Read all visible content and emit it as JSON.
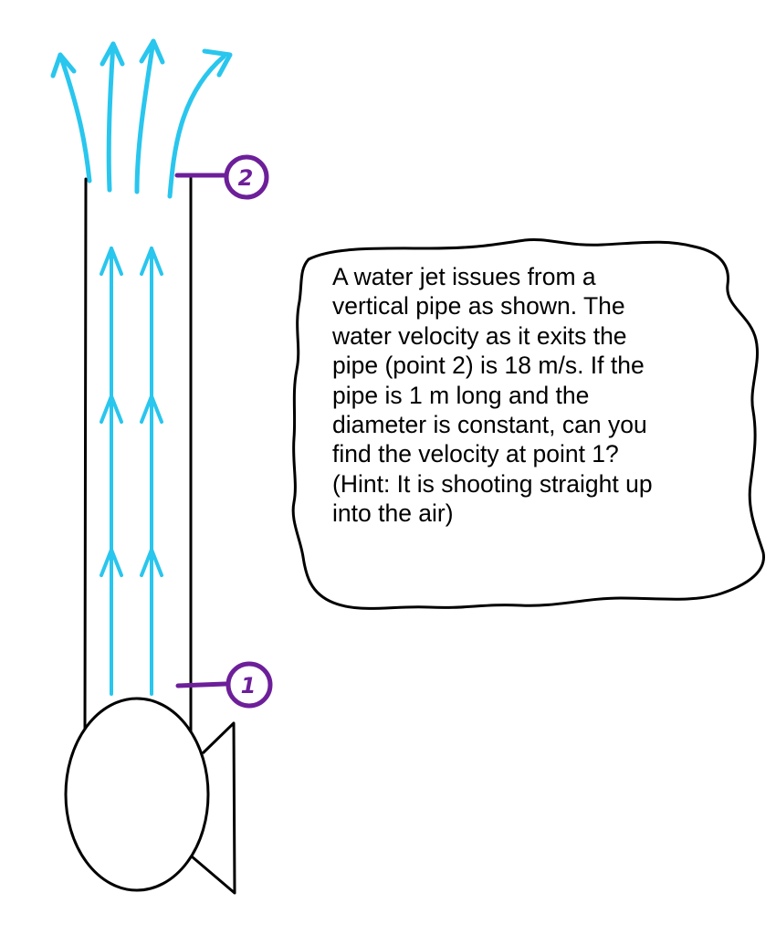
{
  "colors": {
    "pipe": "#000000",
    "flow": "#29C6EE",
    "marker": "#6D1F9A",
    "background": "#FFFFFF"
  },
  "point_labels": {
    "top": "2",
    "bottom": "1"
  },
  "problem": {
    "lines": [
      "A water jet issues from a",
      "vertical pipe as shown. The",
      "water velocity as it exits the",
      "pipe (point 2) is 18 m/s. If the",
      "pipe is 1 m long and the",
      "diameter is constant, can you",
      "find the velocity at point 1?",
      "(Hint: It is shooting straight up",
      "into the air)"
    ]
  }
}
